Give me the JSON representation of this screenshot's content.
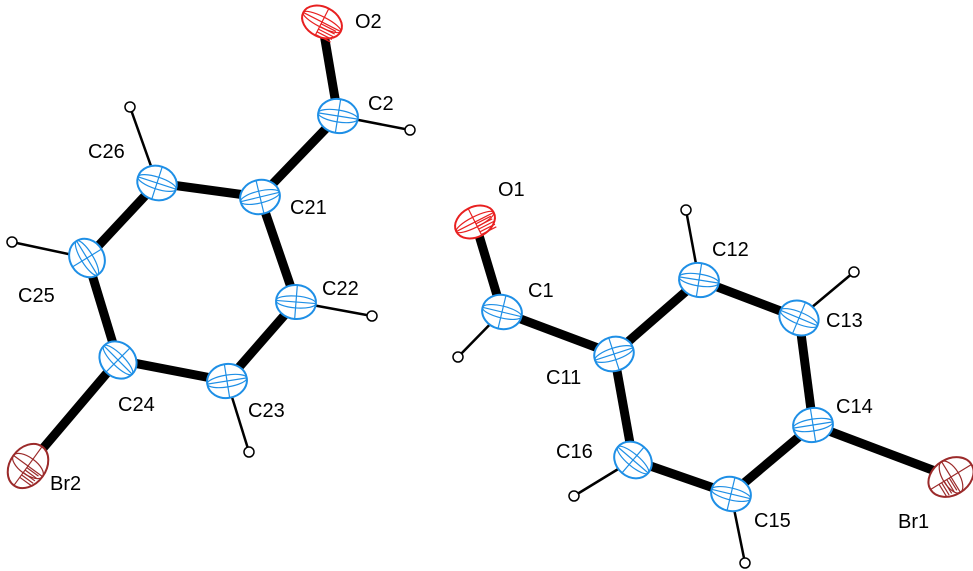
{
  "title": "Crystal structure of 4-bromobenzaldehyde (two independent molecules)",
  "atoms": [
    "O2",
    "C2",
    "C21",
    "C22",
    "C23",
    "C24",
    "C25",
    "C26",
    "Br2",
    "O1",
    "C1",
    "C11",
    "C12",
    "C13",
    "C14",
    "C15",
    "C16",
    "Br1"
  ],
  "colors": {
    "carbon": "#1e8fe6",
    "oxygen": "#e82020",
    "bromine": "#9b2a2a",
    "bond": "#000000"
  }
}
